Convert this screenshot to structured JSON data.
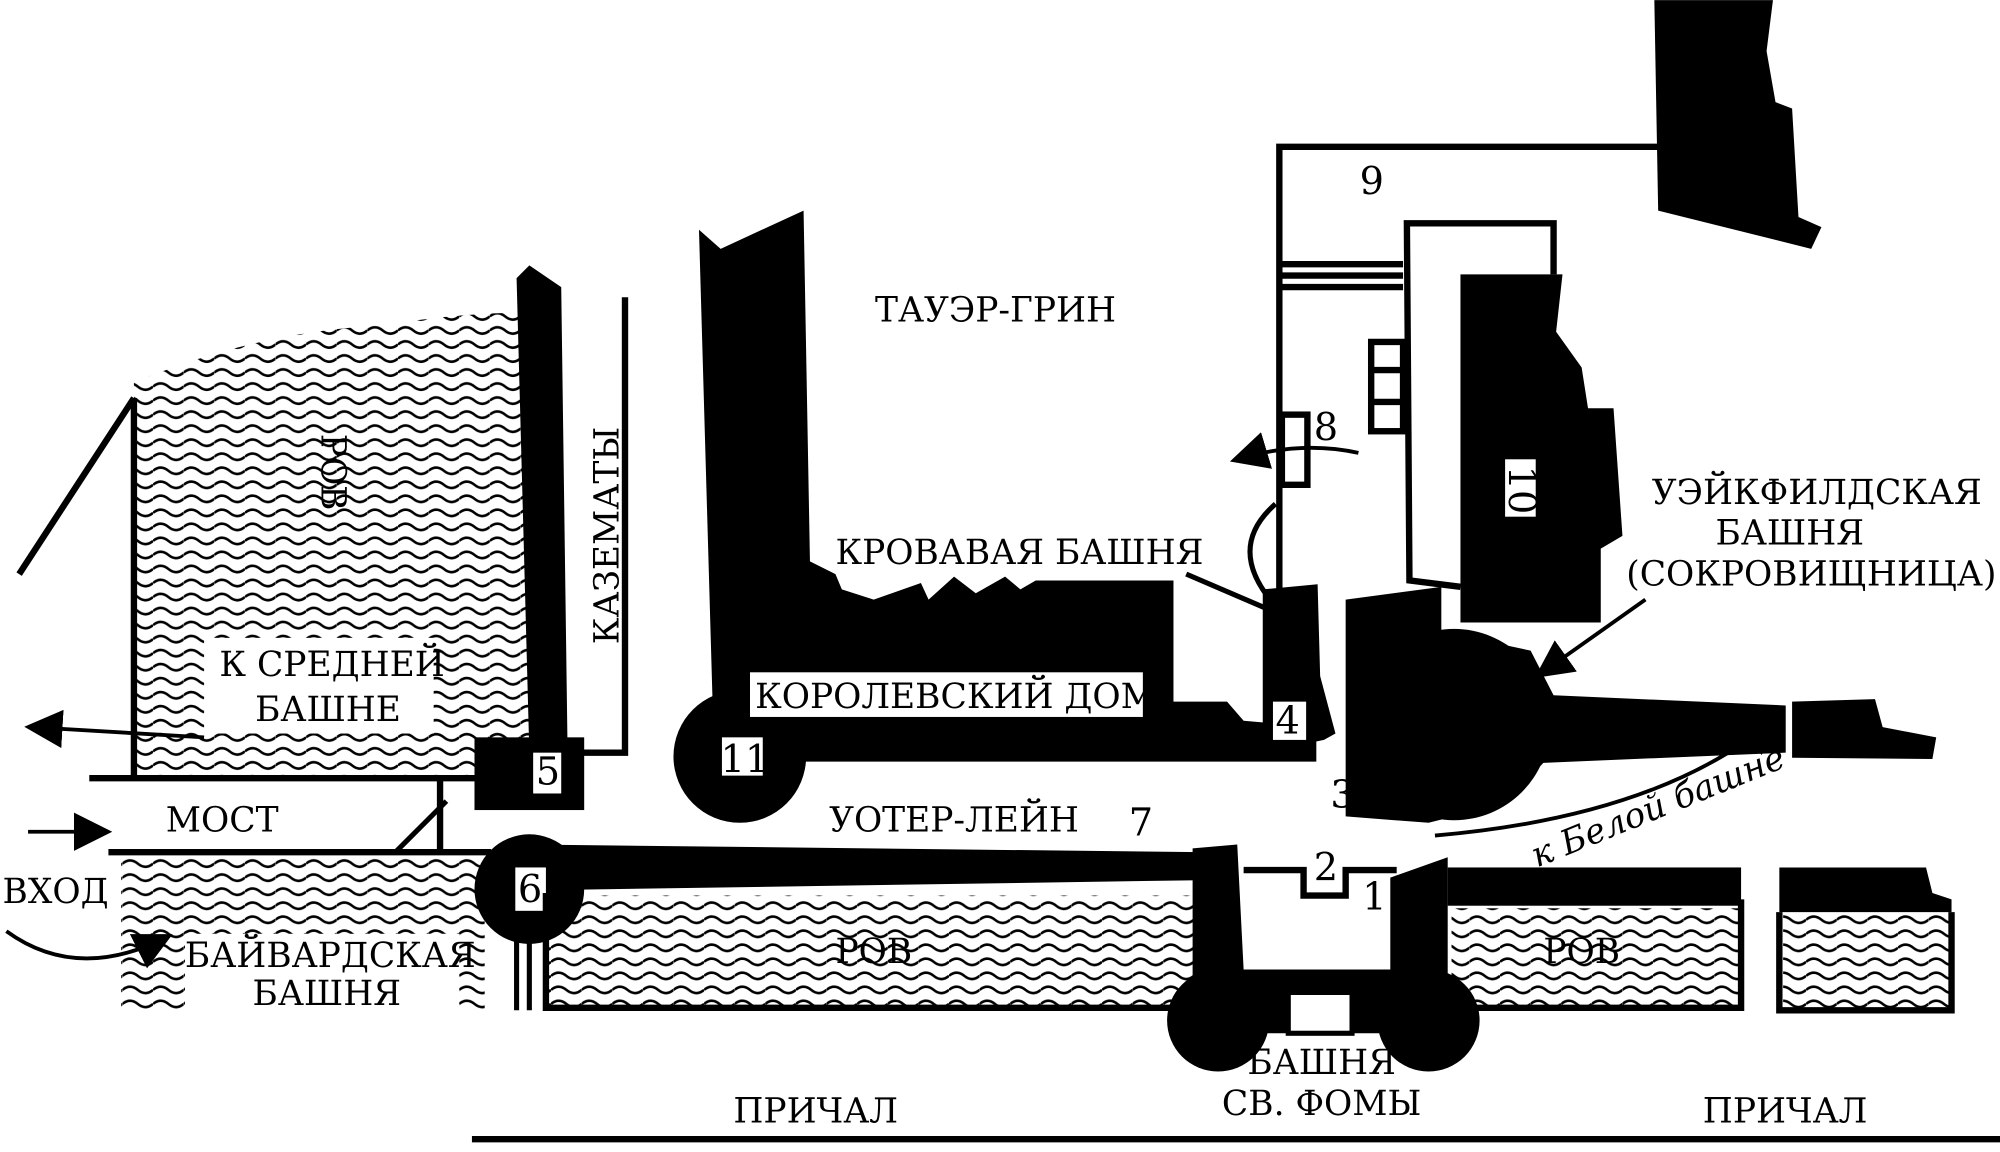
{
  "title": "Tower of London plan",
  "colors": {
    "ink": "#000000",
    "paper": "#ffffff"
  },
  "labels": {
    "tower_green": "ТАУЭР-ГРИН",
    "moat": "РОВ",
    "casemates": "КАЗЕМАТЫ",
    "to_middle_tower_1": "К СРЕДНЕЙ",
    "to_middle_tower_2": "БАШНЕ",
    "bridge": "МОСТ",
    "entrance": "ВХОД",
    "byward_1": "БАЙВАРДСКАЯ",
    "byward_2": "БАШНЯ",
    "bloody_tower": "КРОВАВАЯ БАШНЯ",
    "kings_house": "КОРОЛЕВСКИЙ ДОМ",
    "water_lane": "УОТЕР-ЛЕЙН",
    "wakefield_1": "УЭЙКФИЛДСКАЯ",
    "wakefield_2": "БАШНЯ",
    "wakefield_3": "(СОКРОВИЩНИЦА)",
    "to_white_tower": "к Белой башне",
    "st_thomas_1": "БАШНЯ",
    "st_thomas_2": "СВ. ФОМЫ",
    "wharf_left": "ПРИЧАЛ",
    "wharf_right": "ПРИЧАЛ"
  },
  "numbers": [
    "1",
    "2",
    "3",
    "4",
    "5",
    "6",
    "7",
    "8",
    "9",
    "10",
    "11"
  ]
}
